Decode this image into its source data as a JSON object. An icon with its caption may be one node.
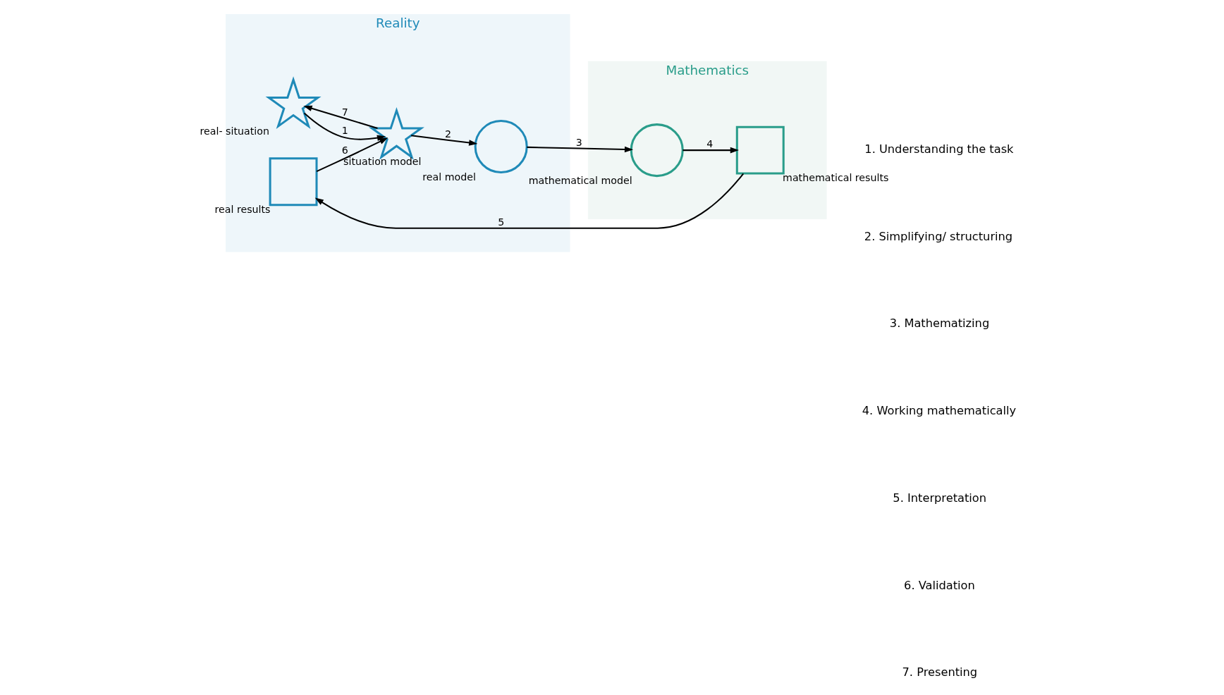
{
  "diagram": {
    "nodes": [
      {
        "text": [
          "Reality"
        ]
      },
      {
        "text": [],
        "shape": "star",
        "in": 0,
        "beside": [
          "real- situation"
        ]
      },
      {
        "text": [],
        "shape": "star",
        "in": 0,
        "beside": [
          "situation model"
        ]
      },
      {
        "text": [],
        "shape": "circle",
        "in": 0,
        "beside": [
          "real model"
        ]
      },
      {
        "text": [],
        "shape": "box",
        "in": 0,
        "beside": [
          "real results"
        ]
      },
      {
        "text": [
          "Mathematics"
        ]
      },
      {
        "text": [],
        "shape": "circle",
        "in": 5,
        "beside": [
          "mathematical model"
        ]
      },
      {
        "text": [],
        "shape": "box",
        "in": 5,
        "beside": [
          "mathematical results"
        ]
      }
    ],
    "edges": [
      {
        "from": 1,
        "to": 2,
        "arrow": "to",
        "label": "1"
      },
      {
        "from": 2,
        "to": 3,
        "arrow": "to",
        "label": "2"
      },
      {
        "from": 3,
        "to": 6,
        "arrow": "to",
        "label": "3"
      },
      {
        "from": 6,
        "to": 7,
        "arrow": "to",
        "label": "4"
      },
      {
        "from": 7,
        "to": 4,
        "arrow": "to",
        "label": "5"
      },
      {
        "from": 4,
        "to": 2,
        "arrow": "to",
        "label": "6"
      },
      {
        "from": 2,
        "to": 1,
        "arrow": "to",
        "label": "7"
      }
    ],
    "labels": [
      "1. Understanding the task",
      "2. Simplifying/ structuring",
      "3. Mathematizing",
      "4. Working mathematically",
      "5. Interpretation",
      "6. Validation",
      "7. Presenting"
    ]
  }
}
